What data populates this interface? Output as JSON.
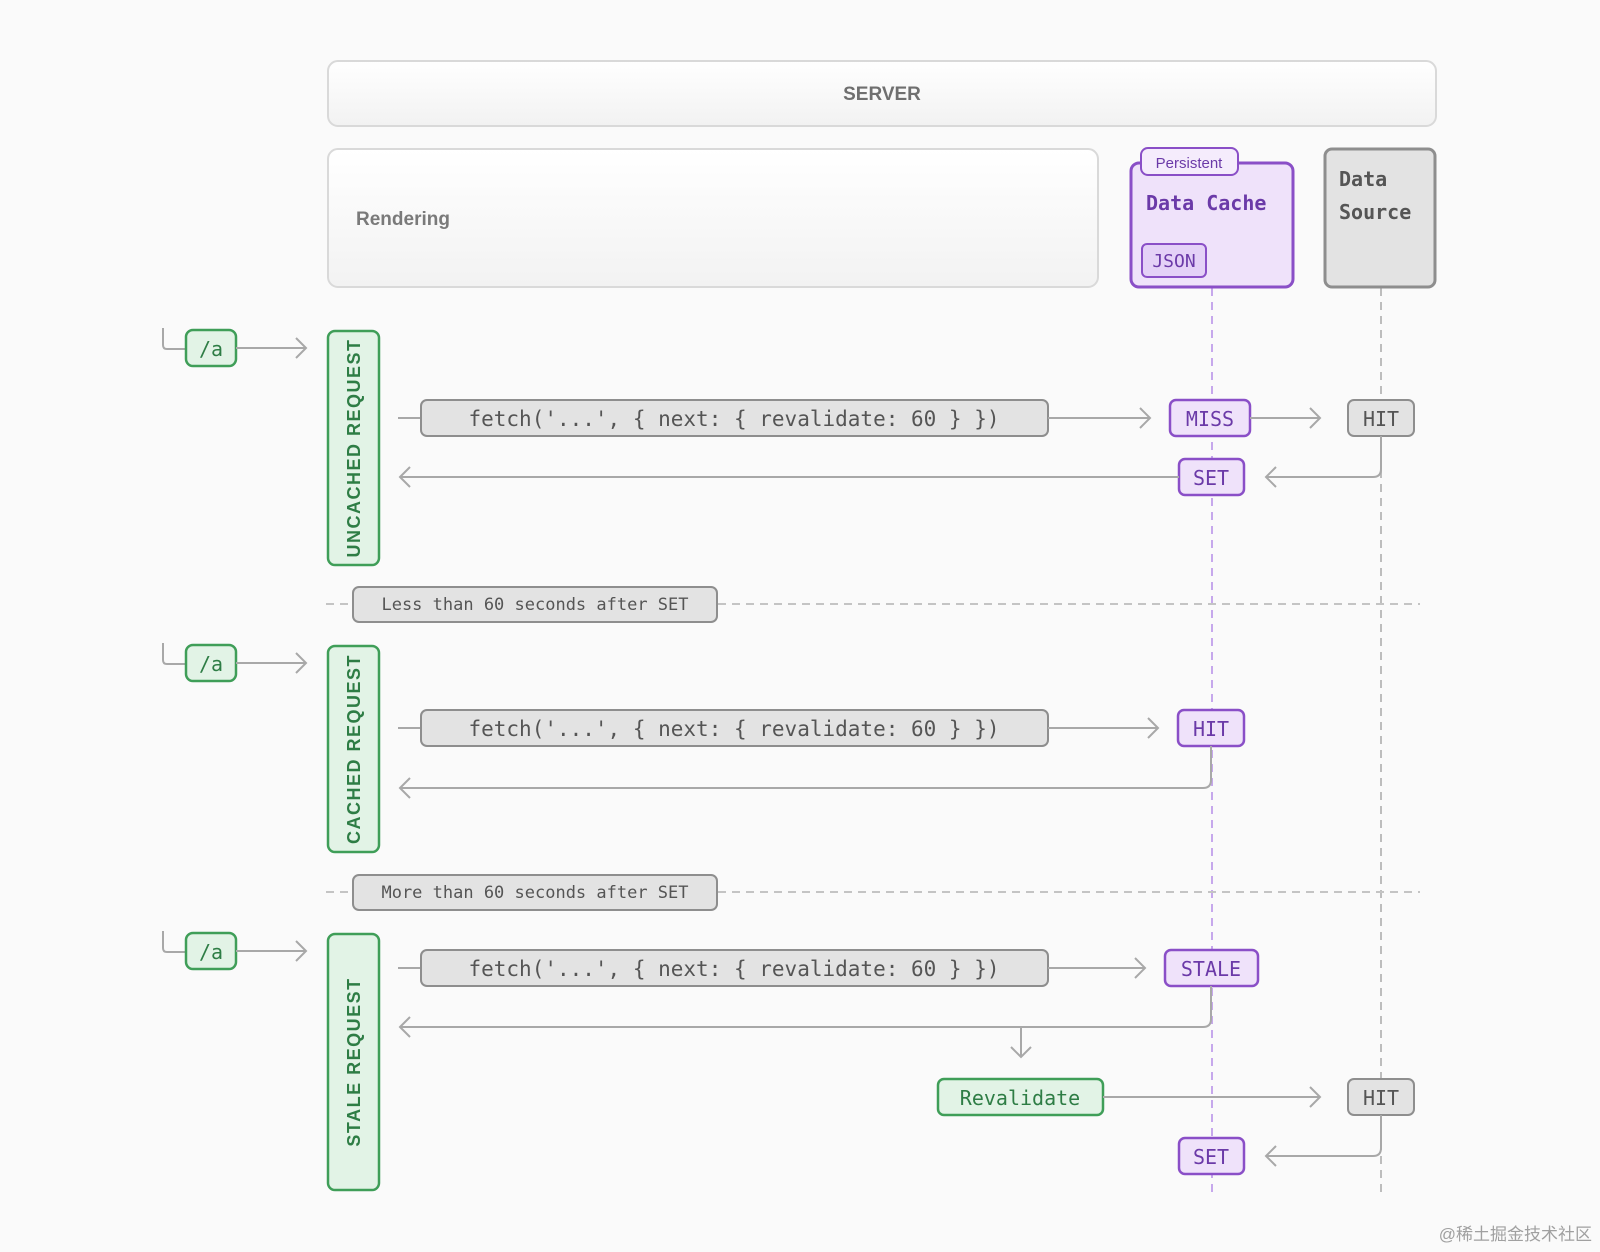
{
  "server": {
    "label": "SERVER"
  },
  "rendering": {
    "label": "Rendering"
  },
  "data_cache": {
    "tag": "Persistent",
    "title": "Data Cache",
    "format": "JSON"
  },
  "data_source": {
    "line1": "Data",
    "line2": "Source"
  },
  "sections": [
    {
      "route": "/a",
      "label": "UNCACHED REQUEST",
      "fetch": "fetch('...', { next: { revalidate: 60 } })",
      "cache_status": "MISS",
      "set": "SET",
      "source_status": "HIT"
    },
    {
      "separator": "Less than 60 seconds after SET",
      "route": "/a",
      "label": "CACHED REQUEST",
      "fetch": "fetch('...', { next: { revalidate: 60 } })",
      "cache_status": "HIT"
    },
    {
      "separator": "More than 60 seconds after SET",
      "route": "/a",
      "label": "STALE REQUEST",
      "fetch": "fetch('...', { next: { revalidate: 60 } })",
      "cache_status": "STALE",
      "revalidate": "Revalidate",
      "source_status": "HIT",
      "set": "SET"
    }
  ],
  "watermark": "@稀土掘金技术社区",
  "colors": {
    "green": "#3f9e58",
    "green_fill": "#e2f3e6",
    "green_text": "#2e7d45",
    "purple": "#8a4fc7",
    "purple_fill": "#efe2fa",
    "purple_text": "#6b3aa8",
    "gray": "#8e8e8e",
    "gray_fill": "#e3e3e3",
    "gray_text": "#555555",
    "line": "#a8a8a8"
  }
}
